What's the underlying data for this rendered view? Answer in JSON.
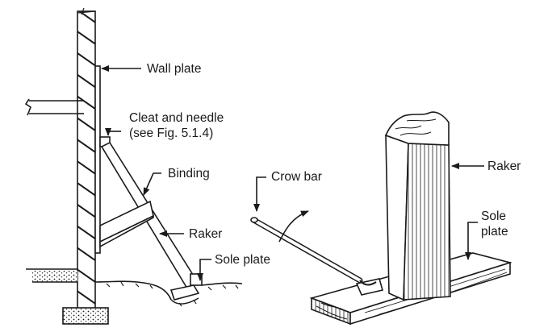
{
  "left_figure": {
    "labels": {
      "wall_plate": "Wall plate",
      "cleat_line1": "Cleat and needle",
      "cleat_line2": "(see Fig. 5.1.4)",
      "binding": "Binding",
      "raker": "Raker",
      "sole_plate": "Sole plate"
    }
  },
  "right_figure": {
    "labels": {
      "crow_bar": "Crow bar",
      "raker": "Raker",
      "sole_line1": "Sole",
      "sole_line2": "plate"
    }
  },
  "colors": {
    "ink": "#1a1a1a",
    "background": "#ffffff"
  }
}
